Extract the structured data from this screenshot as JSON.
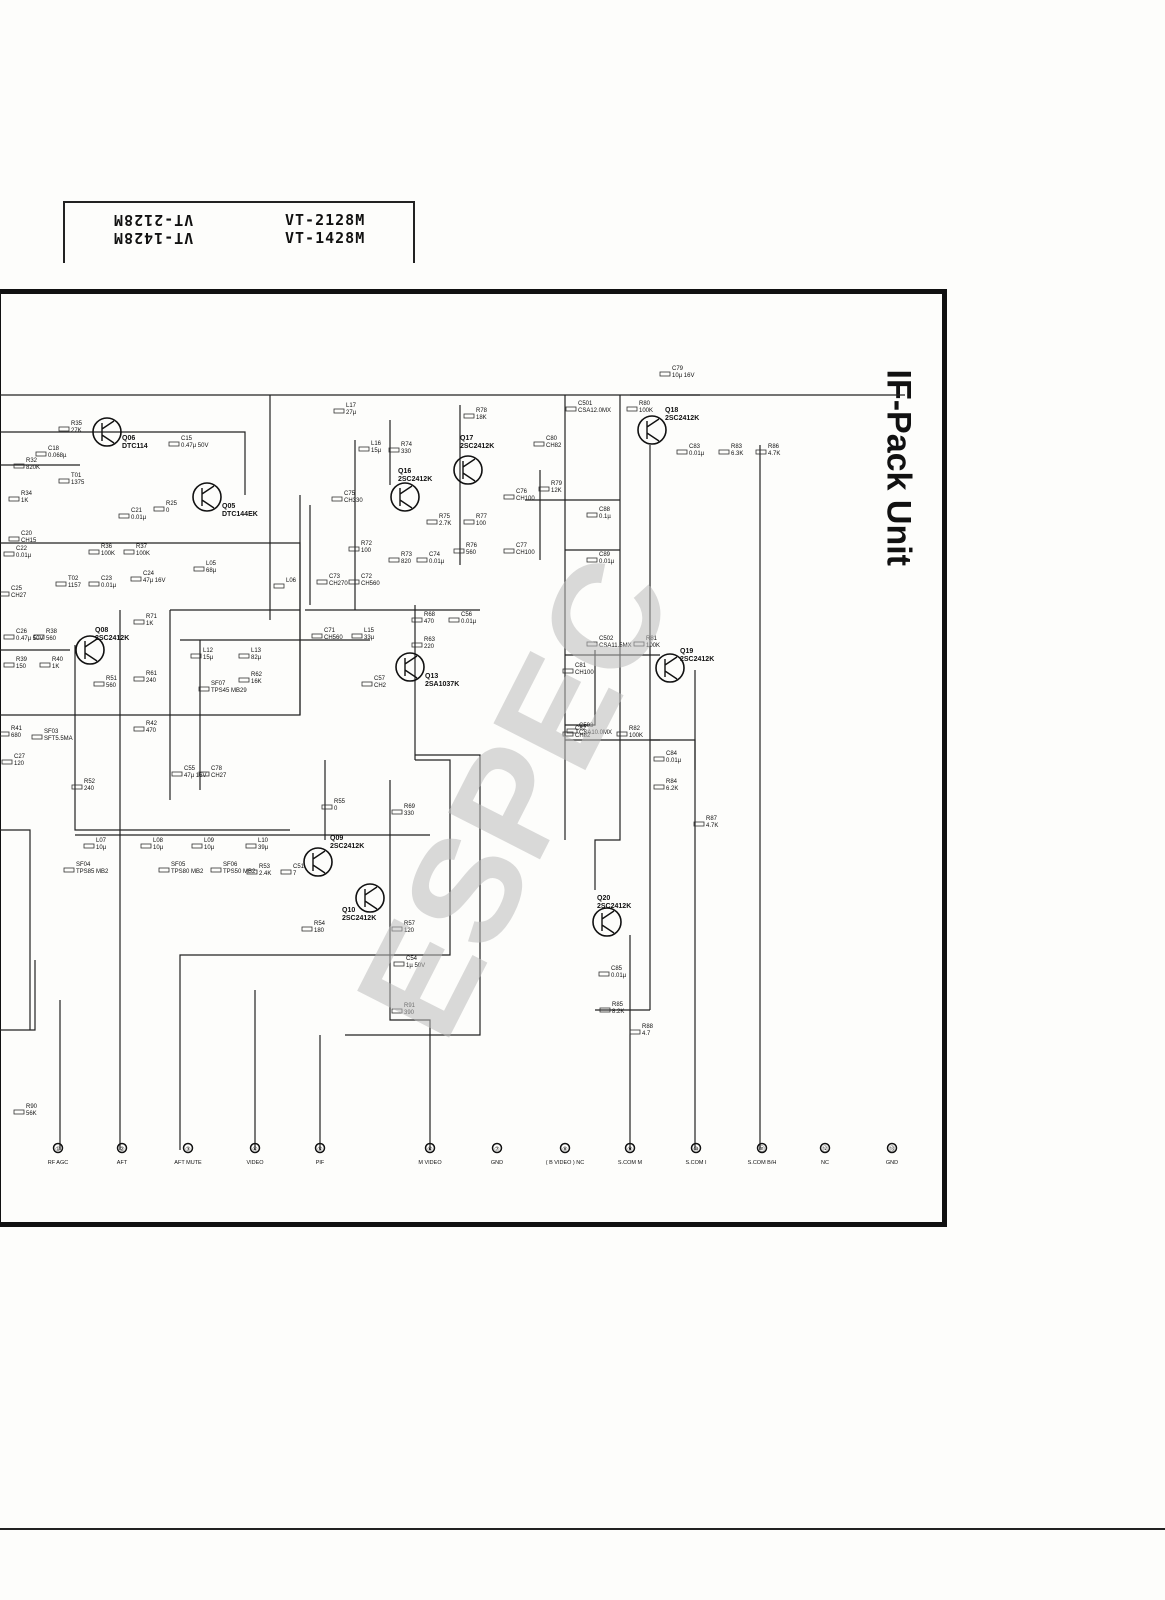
{
  "models": {
    "left_col": [
      "VT-2128M",
      "VT-1428M"
    ],
    "right_col": [
      "VT-2128M",
      "VT-1428M"
    ]
  },
  "title": "IF-Pack Unit",
  "watermark": "ESPEC",
  "transistors": [
    {
      "ref": "Q06",
      "part": "DTC114"
    },
    {
      "ref": "Q05",
      "part": "DTC144EK"
    },
    {
      "ref": "Q08",
      "part": "2SC2412K"
    },
    {
      "ref": "Q09",
      "part": "2SC2412K"
    },
    {
      "ref": "Q10",
      "part": "2SC2412K"
    },
    {
      "ref": "Q13",
      "part": "2SA1037K"
    },
    {
      "ref": "Q16",
      "part": "2SC2412K"
    },
    {
      "ref": "Q17",
      "part": "2SC2412K"
    },
    {
      "ref": "Q18",
      "part": "2SC2412K"
    },
    {
      "ref": "Q19",
      "part": "2SC2412K"
    },
    {
      "ref": "Q20",
      "part": "2SC2412K"
    }
  ],
  "components": [
    {
      "ref": "R35",
      "val": "27K"
    },
    {
      "ref": "C18",
      "val": "0.068µ"
    },
    {
      "ref": "R32",
      "val": "820K"
    },
    {
      "ref": "C15",
      "val": "0.47µ 50V"
    },
    {
      "ref": "R34",
      "val": "1K"
    },
    {
      "ref": "C20",
      "val": "CH15"
    },
    {
      "ref": "C21",
      "val": "0.01µ"
    },
    {
      "ref": "R25",
      "val": "0"
    },
    {
      "ref": "R36",
      "val": "100K"
    },
    {
      "ref": "R37",
      "val": "100K"
    },
    {
      "ref": "C23",
      "val": "0.01µ"
    },
    {
      "ref": "C24",
      "val": "47µ 16V"
    },
    {
      "ref": "L05",
      "val": "68µ"
    },
    {
      "ref": "L06",
      "val": ""
    },
    {
      "ref": "R71",
      "val": "1K"
    },
    {
      "ref": "R38",
      "val": "560"
    },
    {
      "ref": "R39",
      "val": "150"
    },
    {
      "ref": "R40",
      "val": "1K"
    },
    {
      "ref": "R51",
      "val": "560"
    },
    {
      "ref": "R61",
      "val": "240"
    },
    {
      "ref": "R42",
      "val": "470"
    },
    {
      "ref": "L12",
      "val": "15µ"
    },
    {
      "ref": "L13",
      "val": "82µ"
    },
    {
      "ref": "R62",
      "val": "16K"
    },
    {
      "ref": "SF07",
      "val": "TPS45 MB29"
    },
    {
      "ref": "C55",
      "val": "47µ 16V"
    },
    {
      "ref": "C78",
      "val": "CH27"
    },
    {
      "ref": "R52",
      "val": "240"
    },
    {
      "ref": "L17",
      "val": "27µ"
    },
    {
      "ref": "R78",
      "val": "18K"
    },
    {
      "ref": "L16",
      "val": "15µ"
    },
    {
      "ref": "R74",
      "val": "330"
    },
    {
      "ref": "C75",
      "val": "CH330"
    },
    {
      "ref": "R75",
      "val": "2.7K"
    },
    {
      "ref": "R77",
      "val": "100"
    },
    {
      "ref": "C76",
      "val": "CH100"
    },
    {
      "ref": "R79",
      "val": "12K"
    },
    {
      "ref": "R72",
      "val": "100"
    },
    {
      "ref": "R73",
      "val": "820"
    },
    {
      "ref": "C74",
      "val": "0.01µ"
    },
    {
      "ref": "R76",
      "val": "560"
    },
    {
      "ref": "C77",
      "val": "CH100"
    },
    {
      "ref": "C73",
      "val": "CH270"
    },
    {
      "ref": "C72",
      "val": "CH560"
    },
    {
      "ref": "C71",
      "val": "CH560"
    },
    {
      "ref": "L15",
      "val": "33µ"
    },
    {
      "ref": "R68",
      "val": "470"
    },
    {
      "ref": "C56",
      "val": "0.01µ"
    },
    {
      "ref": "R63",
      "val": "220"
    },
    {
      "ref": "C57",
      "val": "CH2"
    },
    {
      "ref": "R55",
      "val": "0"
    },
    {
      "ref": "R69",
      "val": "330"
    },
    {
      "ref": "R54",
      "val": "180"
    },
    {
      "ref": "R57",
      "val": "120"
    },
    {
      "ref": "C54",
      "val": "1µ 50V"
    },
    {
      "ref": "R91",
      "val": "390"
    },
    {
      "ref": "L07",
      "val": "10µ"
    },
    {
      "ref": "L08",
      "val": "10µ"
    },
    {
      "ref": "L09",
      "val": "10µ"
    },
    {
      "ref": "L10",
      "val": "39µ"
    },
    {
      "ref": "SF04",
      "val": "TPS85 MB2"
    },
    {
      "ref": "SF05",
      "val": "TPS80 MB2"
    },
    {
      "ref": "SF06",
      "val": "TPS50 MB2"
    },
    {
      "ref": "R53",
      "val": "2.4K"
    },
    {
      "ref": "C51",
      "val": "7"
    },
    {
      "ref": "C501",
      "val": "CSA12.0MX"
    },
    {
      "ref": "C80",
      "val": "CH82"
    },
    {
      "ref": "R80",
      "val": "100K"
    },
    {
      "ref": "C79",
      "val": "10µ 16V"
    },
    {
      "ref": "C83",
      "val": "0.01µ"
    },
    {
      "ref": "R83",
      "val": "6.3K"
    },
    {
      "ref": "R86",
      "val": "4.7K"
    },
    {
      "ref": "C88",
      "val": "0.1µ"
    },
    {
      "ref": "C89",
      "val": "0.01µ"
    },
    {
      "ref": "C502",
      "val": "CSA11.5MX"
    },
    {
      "ref": "R81",
      "val": "100K"
    },
    {
      "ref": "C81",
      "val": "CH100"
    },
    {
      "ref": "C82",
      "val": "CH82"
    },
    {
      "ref": "R82",
      "val": "100K"
    },
    {
      "ref": "C503",
      "val": "CSA10.0MX"
    },
    {
      "ref": "C84",
      "val": "0.01µ"
    },
    {
      "ref": "R84",
      "val": "6.2K"
    },
    {
      "ref": "R87",
      "val": "4.7K"
    },
    {
      "ref": "C85",
      "val": "0.01µ"
    },
    {
      "ref": "R85",
      "val": "8.2K"
    },
    {
      "ref": "R88",
      "val": "4.7"
    },
    {
      "ref": "R41",
      "val": "680"
    },
    {
      "ref": "C27",
      "val": "120"
    },
    {
      "ref": "SF03",
      "val": "SFT5.5MA"
    },
    {
      "ref": "R90",
      "val": "56K"
    },
    {
      "ref": "C25",
      "val": "CH27"
    },
    {
      "ref": "C26",
      "val": "0.47µ 50V"
    },
    {
      "ref": "C22",
      "val": "0.01µ"
    },
    {
      "ref": "T01",
      "val": "1375"
    },
    {
      "ref": "T02",
      "val": "1157"
    }
  ],
  "terminals": [
    {
      "num": "①",
      "label": "RF AGC"
    },
    {
      "num": "②",
      "label": "AFT"
    },
    {
      "num": "③",
      "label": "AFT MUTE"
    },
    {
      "num": "④",
      "label": "VIDEO"
    },
    {
      "num": "⑤",
      "label": "PIF"
    },
    {
      "num": "⑥",
      "label": "M VIDEO"
    },
    {
      "num": "⑦",
      "label": "GND"
    },
    {
      "num": "⑧",
      "label": "( B VIDEO ) NC"
    },
    {
      "num": "⑨",
      "label": "S.COM M"
    },
    {
      "num": "⑩",
      "label": "S.COM I"
    },
    {
      "num": "⑪",
      "label": "S.COM B/H"
    },
    {
      "num": "⑫",
      "label": "NC"
    },
    {
      "num": "⑬",
      "label": "GND"
    }
  ]
}
